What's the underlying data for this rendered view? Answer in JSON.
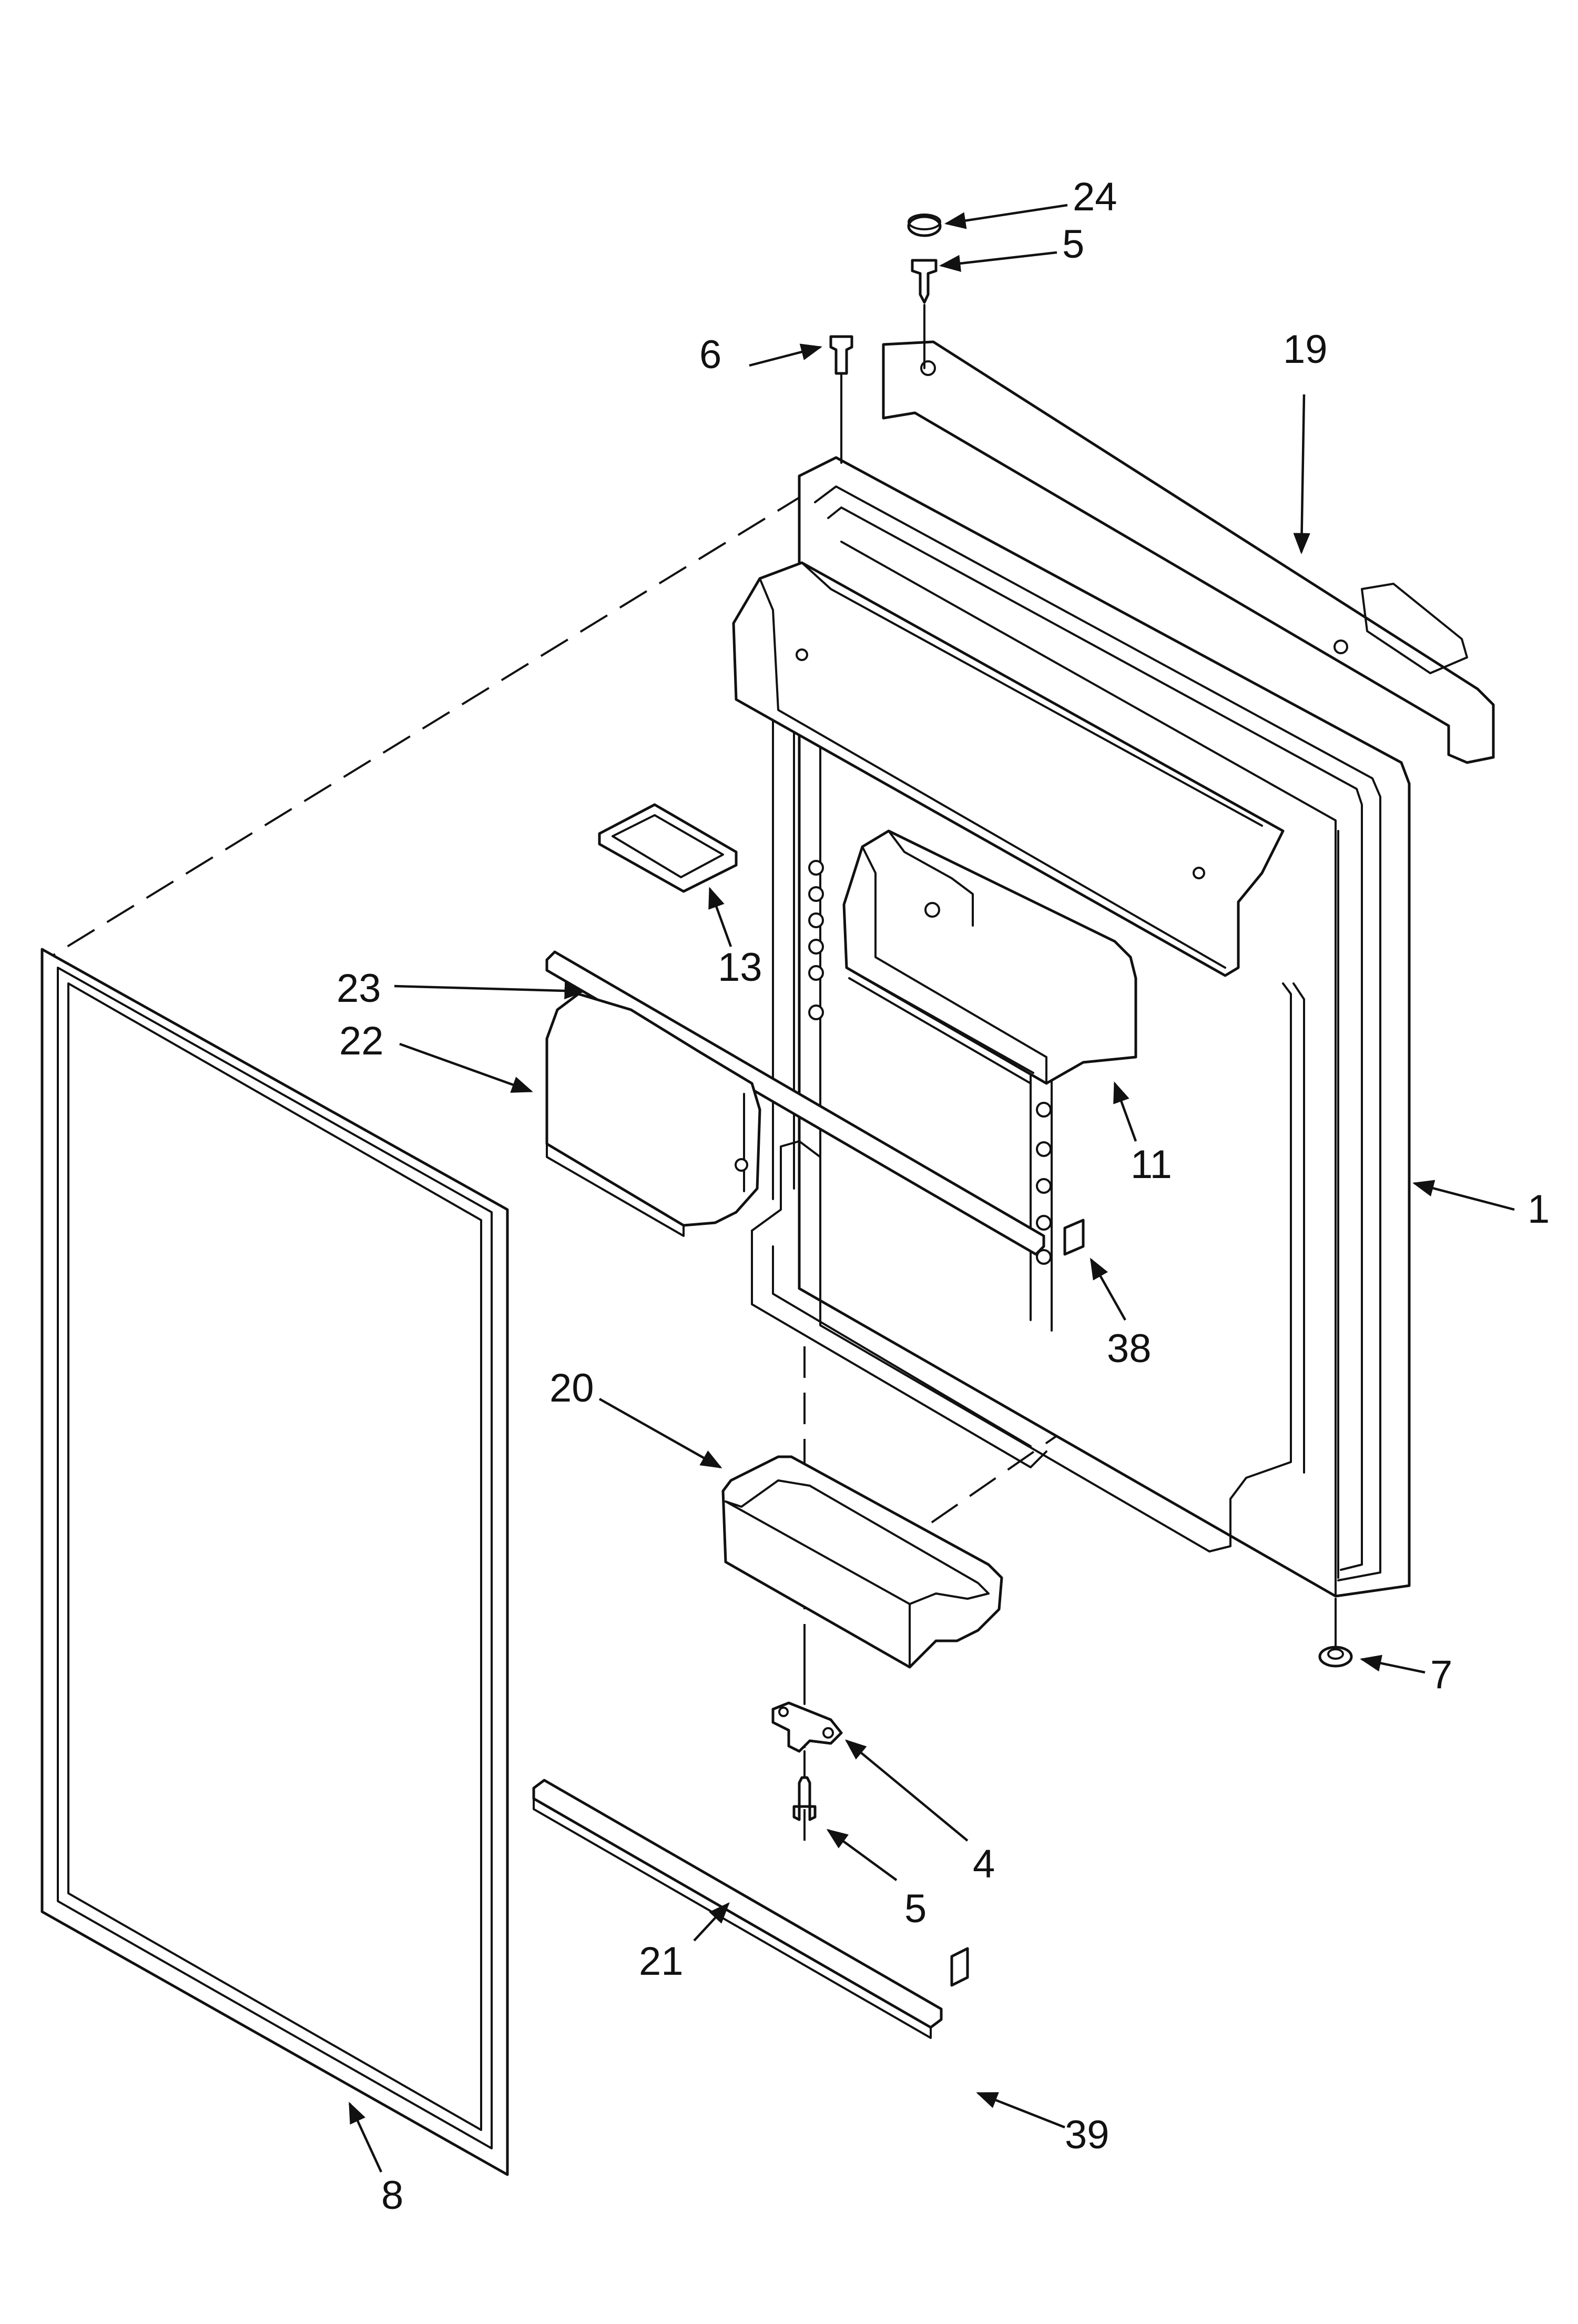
{
  "callouts": [
    {
      "id": "24",
      "label": "24"
    },
    {
      "id": "5-top",
      "label": "5"
    },
    {
      "id": "19",
      "label": "19"
    },
    {
      "id": "6",
      "label": "6"
    },
    {
      "id": "13",
      "label": "13"
    },
    {
      "id": "23",
      "label": "23"
    },
    {
      "id": "22",
      "label": "22"
    },
    {
      "id": "11",
      "label": "11"
    },
    {
      "id": "1",
      "label": "1"
    },
    {
      "id": "38",
      "label": "38"
    },
    {
      "id": "20",
      "label": "20"
    },
    {
      "id": "7",
      "label": "7"
    },
    {
      "id": "4",
      "label": "4"
    },
    {
      "id": "5-bottom",
      "label": "5"
    },
    {
      "id": "21",
      "label": "21"
    },
    {
      "id": "8",
      "label": "8"
    },
    {
      "id": "39",
      "label": "39"
    }
  ]
}
